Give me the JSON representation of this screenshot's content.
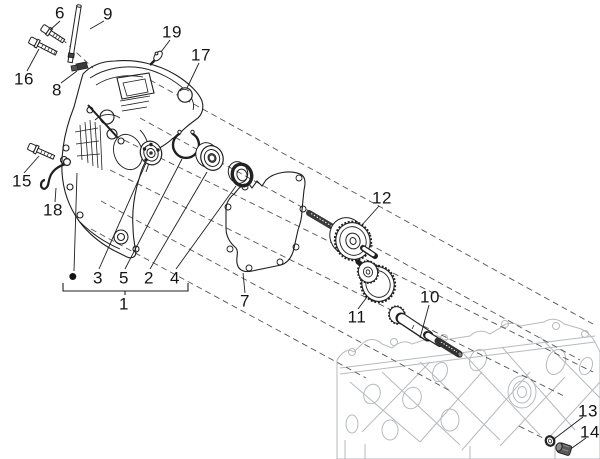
{
  "colors": {
    "line": "#1f1f1f",
    "context_gray": "#b6babd",
    "dash_line": "#555555",
    "background": "#ffffff"
  },
  "callouts": {
    "1": {
      "label": "1"
    },
    "2": {
      "label": "2"
    },
    "3": {
      "label": "3"
    },
    "4": {
      "label": "4"
    },
    "5": {
      "label": "5"
    },
    "6": {
      "label": "6"
    },
    "7": {
      "label": "7"
    },
    "8": {
      "label": "8"
    },
    "9": {
      "label": "9"
    },
    "10": {
      "label": "10"
    },
    "11": {
      "label": "11"
    },
    "12": {
      "label": "12"
    },
    "13": {
      "label": "13"
    },
    "14": {
      "label": "14"
    },
    "15": {
      "label": "15"
    },
    "16": {
      "label": "16"
    },
    "17": {
      "label": "17"
    },
    "18": {
      "label": "18"
    },
    "19": {
      "label": "19"
    },
    "bullet": {
      "label": "•"
    }
  }
}
